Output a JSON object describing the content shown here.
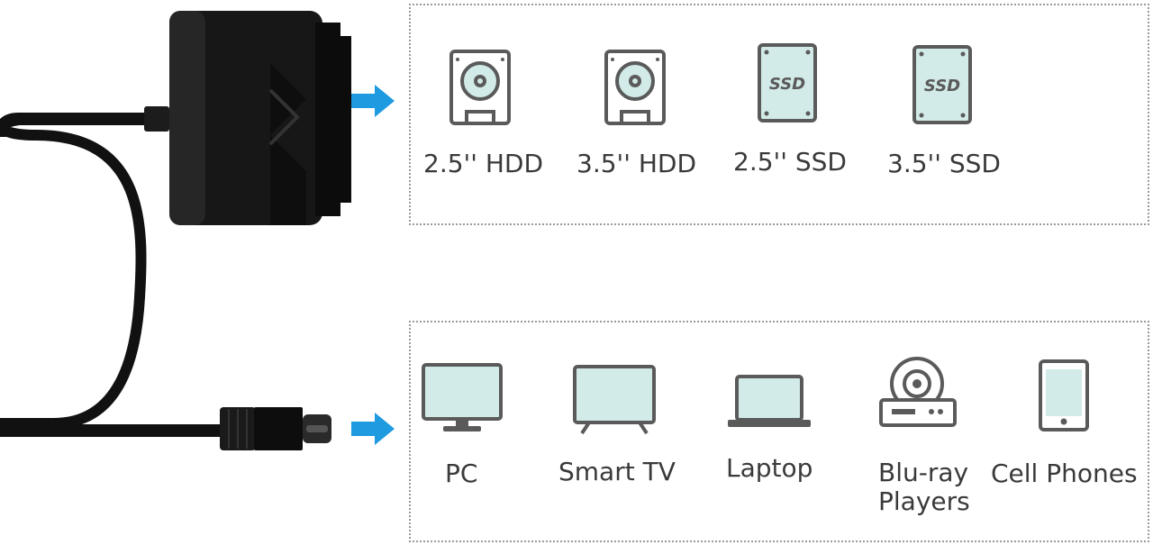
{
  "colors": {
    "accent": "#1e9ae0",
    "icon_stroke": "#5a5a5a",
    "screen_fill": "#d2ebe8",
    "cable": "#111111"
  },
  "drives": {
    "items": [
      {
        "label": "2.5'' HDD",
        "icon": "hdd-icon"
      },
      {
        "label": "3.5'' HDD",
        "icon": "hdd-icon"
      },
      {
        "label": "2.5'' SSD",
        "icon": "ssd-icon",
        "icon_text": "SSD"
      },
      {
        "label": "3.5'' SSD",
        "icon": "ssd-icon",
        "icon_text": "SSD"
      }
    ]
  },
  "devices": {
    "items": [
      {
        "label": "PC",
        "icon": "monitor-icon"
      },
      {
        "label": "Smart TV",
        "icon": "tv-icon"
      },
      {
        "label": "Laptop",
        "icon": "laptop-icon"
      },
      {
        "label": "Blu-ray Players",
        "icon": "bluray-player-icon"
      },
      {
        "label": "Cell Phones",
        "icon": "phone-icon"
      }
    ]
  }
}
